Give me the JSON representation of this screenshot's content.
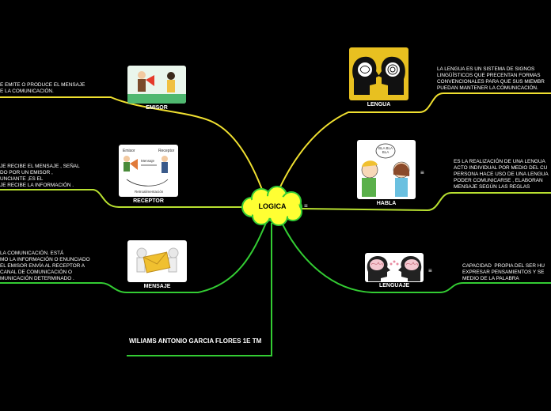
{
  "center": {
    "label": "LOGICA",
    "color": "#ffff33"
  },
  "colors": {
    "yellow": "#f0e030",
    "green": "#33cc33",
    "yellow_green": "#b8e030"
  },
  "nodes": {
    "emisor": {
      "label": "EMISOR",
      "icon": "megaphone-people-icon",
      "desc": "E EMITE O PRODUCE EL MENSAJE\nE LA COMUNICACIÓN."
    },
    "receptor": {
      "label": "RECEPTOR",
      "icon": "emitter-receiver-diagram-icon",
      "desc": "JE RECIBE EL MENSAJE , SEÑAL\nDO POR UN EMISOR ,\nUNCIANTE ,ES EL\nJE RECIBE LA INFORMACIÓN .",
      "diagram": {
        "emisor": "Emisor",
        "receptor": "Receptor",
        "mensaje": "Mensaje",
        "retro": "Retroalimentación"
      }
    },
    "mensaje": {
      "label": "MENSAJE",
      "icon": "envelope-people-icon",
      "desc": "LA COMUNICACIÓN. ESTÁ\nMO LA INFORMACIÓN O ENUNCIADO\nEL EMISOR ENVÍA AL RECEPTOR A\nCANAL DE COMUNICACIÓN O\nMUNICACIÓN DETERMINADO ."
    },
    "lengua": {
      "label": "LENGUA",
      "icon": "head-silhouettes-icon",
      "desc": "LA LENGUA ES UN SISTEMA DE SIGNOS\nLINGÜÍSTICOS QUE PRECENTAN FORMAS\nCONVENCIONALES PARA QUE SUS MIEMBR\nPUEDAN MANTENER LA COMUNICACIÓN."
    },
    "habla": {
      "label": "HABLA",
      "icon": "talking-kids-icon",
      "desc": "ES LA REALIZACIÓN DE UNA LENGUA\nACTO INDIVIDUAL POR MEDIO DEL CU\nPERSONA HACE USO DE UNA LENGUA\nPODER COMUNICARSE , ELABORAN\nMENSAJE SEGÚN LAS REGLAS",
      "bubble": "BLA BLA\nBLA"
    },
    "lenguaje": {
      "label": "LENGUAJE",
      "icon": "brain-heads-icon",
      "desc": "CAPACIDAD  PROPIA DEL SER HU\nEXPRESAR PENSAMIENTOS Y SE\nMEDIO DE LA PALABRA"
    }
  },
  "author": "WILIAMS ANTONIO GARCIA FLORES 1E TM",
  "note_icon": "≡"
}
